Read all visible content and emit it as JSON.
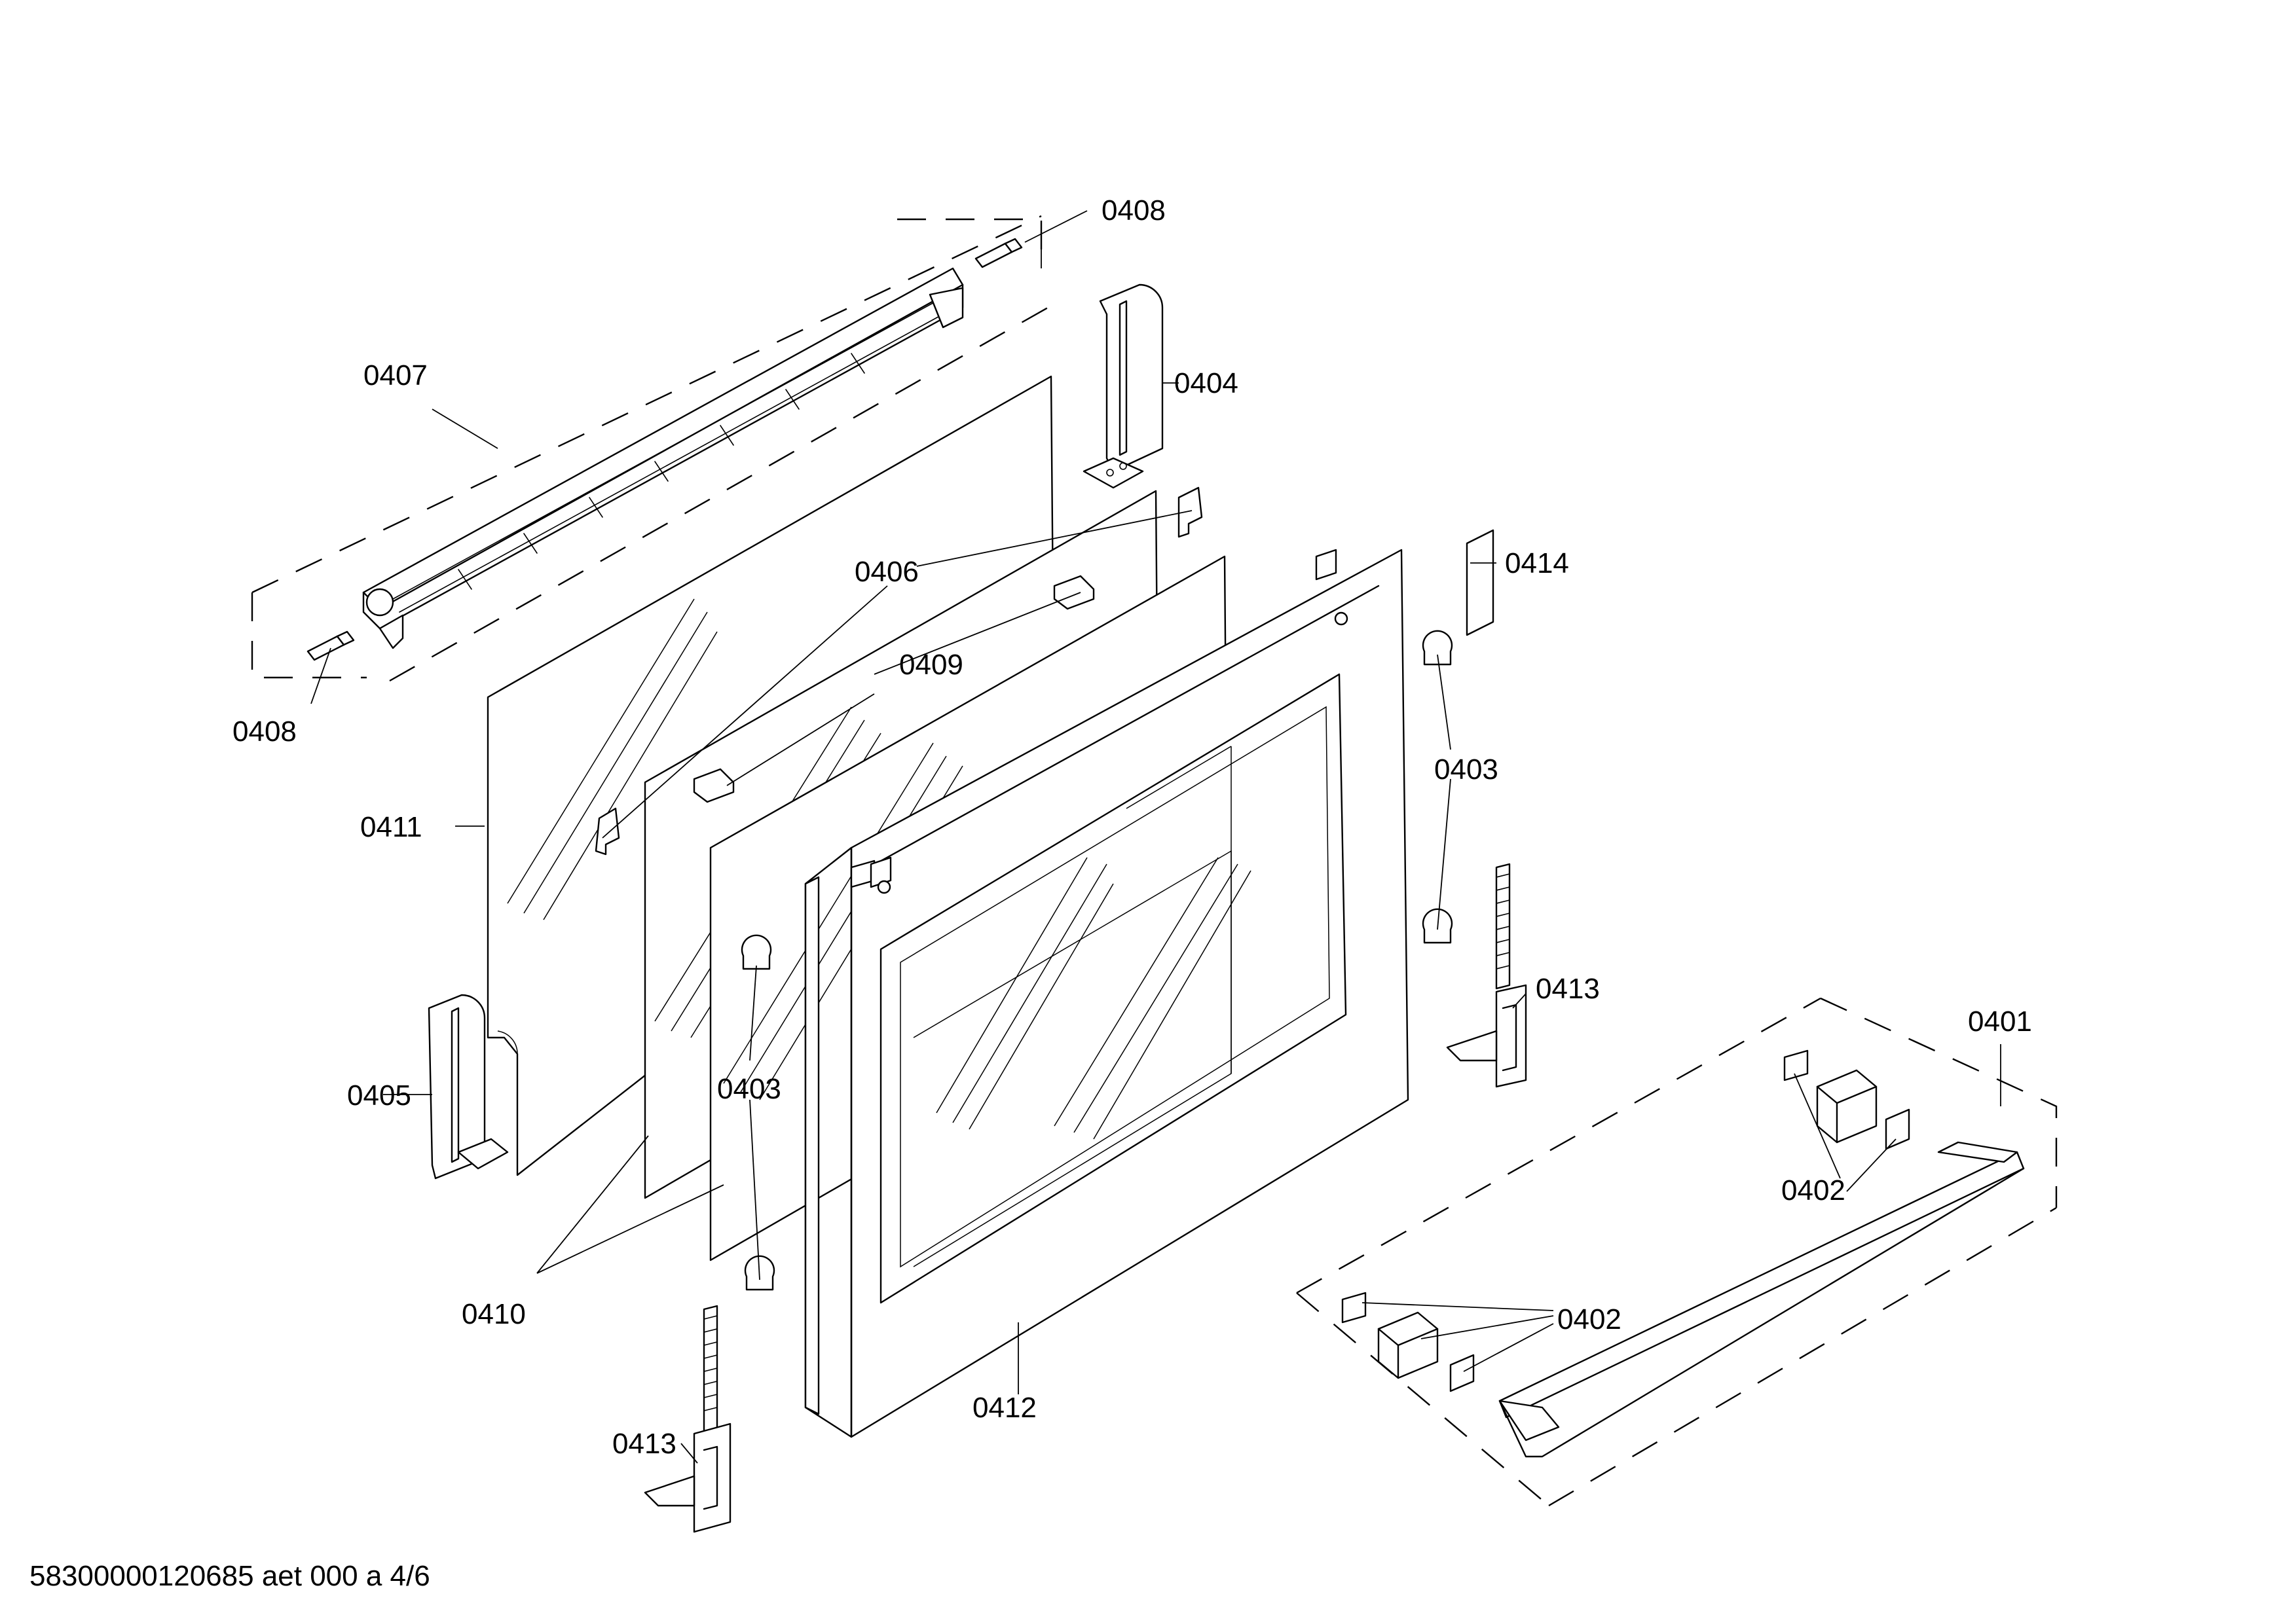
{
  "callouts": {
    "c0401": "0401",
    "c0402a": "0402",
    "c0402b": "0402",
    "c0403a": "0403",
    "c0403b": "0403",
    "c0404": "0404",
    "c0405": "0405",
    "c0406": "0406",
    "c0407": "0407",
    "c0408a": "0408",
    "c0408b": "0408",
    "c0409": "0409",
    "c0410": "0410",
    "c0411": "0411",
    "c0412": "0412",
    "c0413a": "0413",
    "c0413b": "0413",
    "c0414": "0414"
  },
  "footer": {
    "doc_id": "58300000120685 aet 000 a 4/6"
  }
}
